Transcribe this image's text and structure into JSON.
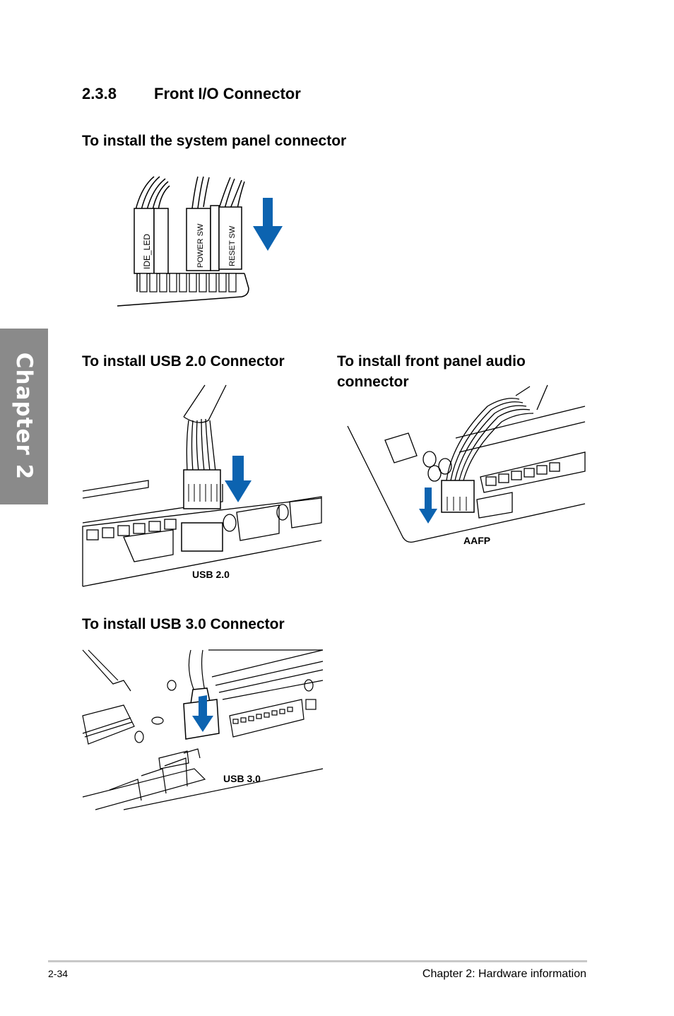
{
  "section": {
    "number": "2.3.8",
    "title": "Front I/O Connector"
  },
  "panel_connector": {
    "heading": "To install the system panel connector",
    "labels": [
      "IDE_LED",
      "POWER SW",
      "RESET SW"
    ]
  },
  "usb2": {
    "heading": "To install USB 2.0 Connector",
    "caption": "USB 2.0"
  },
  "audio": {
    "heading_line1": "To install front panel audio",
    "heading_line2": "connector",
    "caption": "AAFP"
  },
  "usb3": {
    "heading": "To install USB 3.0 Connector",
    "caption": "USB 3.0"
  },
  "chapter_tab": {
    "label": "Chapter 2"
  },
  "footer": {
    "page": "2-34",
    "chapter": "Chapter 2: Hardware information"
  },
  "colors": {
    "arrow": "#0c63b0",
    "tab": "#8a8a8a",
    "rule": "#c8c8c8"
  }
}
